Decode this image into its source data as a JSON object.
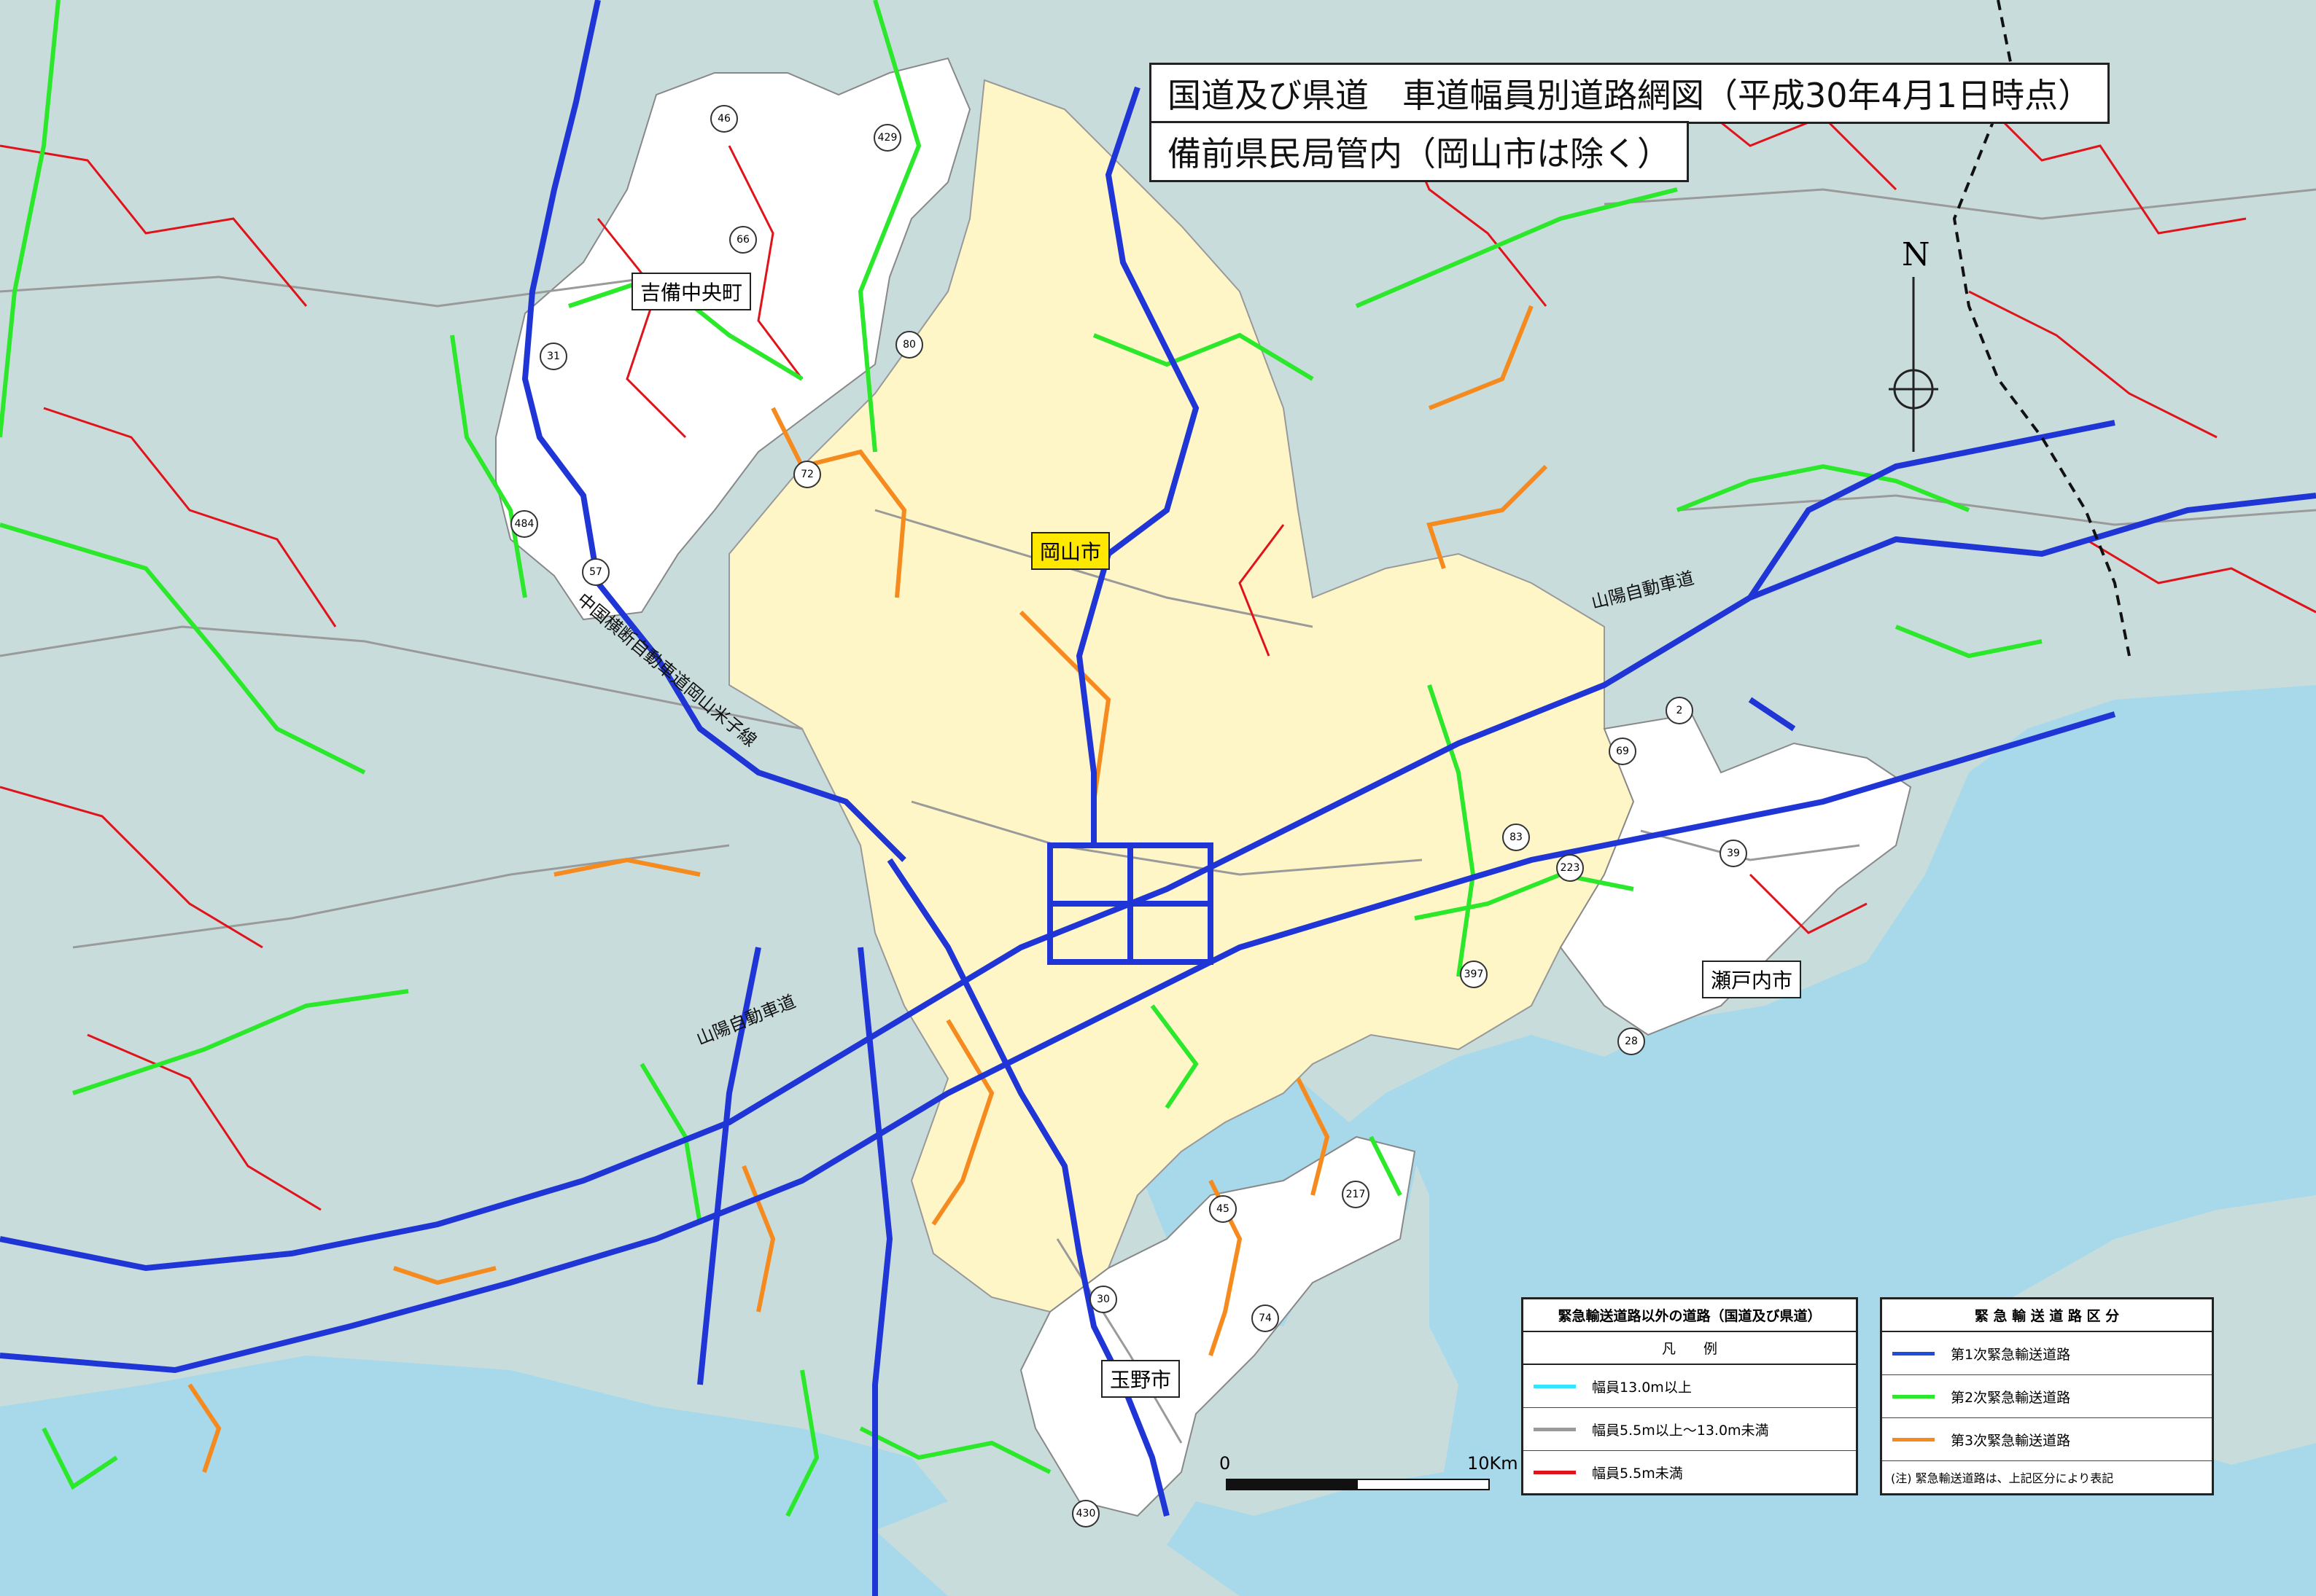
{
  "title": {
    "line1": "国道及び県道　車道幅員別道路網図（平成30年4月1日時点）",
    "line2": "備前県民局管内（岡山市は除く）"
  },
  "places": {
    "kibichuo": "吉備中央町",
    "okayama": "岡山市",
    "setouchi": "瀬戸内市",
    "tamano": "玉野市"
  },
  "roads": {
    "sanyo_expressway_east": "山陽自動車道",
    "sanyo_expressway_west": "山陽自動車道",
    "chugoku_odan": "中国横断自動車道岡山米子線"
  },
  "route_numbers": [
    "484",
    "429",
    "31",
    "72",
    "2",
    "30",
    "45",
    "74",
    "217",
    "28",
    "397",
    "83",
    "69",
    "39",
    "223",
    "430",
    "46",
    "57",
    "66",
    "80"
  ],
  "legend_widths": {
    "title": "緊急輸送道路以外の道路（国道及び県道）",
    "subtitle": "凡　　例",
    "items": [
      {
        "label": "幅員13.0m以上",
        "color": "#33e5ff"
      },
      {
        "label": "幅員5.5m以上～13.0m未満",
        "color": "#9a9a9a"
      },
      {
        "label": "幅員5.5m未満",
        "color": "#e0131b"
      }
    ]
  },
  "legend_emergency": {
    "title": "緊 急 輸 送 道 路 区 分",
    "items": [
      {
        "label": "第1次緊急輸送道路",
        "color": "#1f4ddb"
      },
      {
        "label": "第2次緊急輸送道路",
        "color": "#2be82b"
      },
      {
        "label": "第3次緊急輸送道路",
        "color": "#f58a1f"
      }
    ],
    "note": "(注) 緊急輸送道路は、上記区分により表記"
  },
  "scale": {
    "start": "0",
    "end": "10Km"
  },
  "compass": "N",
  "colors": {
    "sea": "#a7d9ea",
    "land": "#c9dcdc",
    "okayama_city": "#fff6c8",
    "bizen_area": "#ffffff",
    "primary": "#1f35d6",
    "secondary": "#2be82b",
    "tertiary": "#f58a1f",
    "narrow": "#e0131b",
    "medium": "#9a9a9a"
  }
}
